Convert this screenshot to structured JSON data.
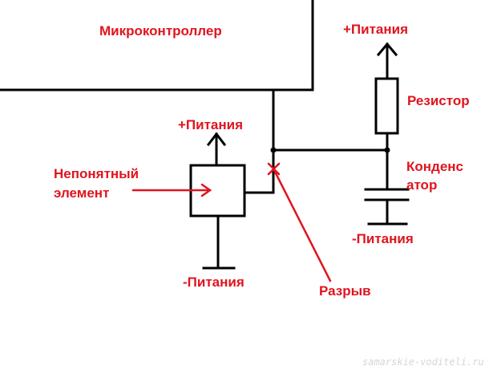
{
  "labels": {
    "microcontroller": "Микроконтроллер",
    "power_plus_resistor": "+Питания",
    "resistor": "Резистор",
    "power_plus_element": "+Питания",
    "unknown_element_line1": "Непонятный",
    "unknown_element_line2": "элемент",
    "capacitor_line1": "Конденс",
    "capacitor_line2": "атор",
    "power_minus_capacitor": "-Питания",
    "power_minus_element": "-Питания",
    "break": "Разрыв"
  },
  "watermark": "samarskie-voditeli.ru",
  "colors": {
    "wire": "#000000",
    "annotation": "#e0141e",
    "watermark": "#d6d6d6",
    "background": "#ffffff"
  }
}
